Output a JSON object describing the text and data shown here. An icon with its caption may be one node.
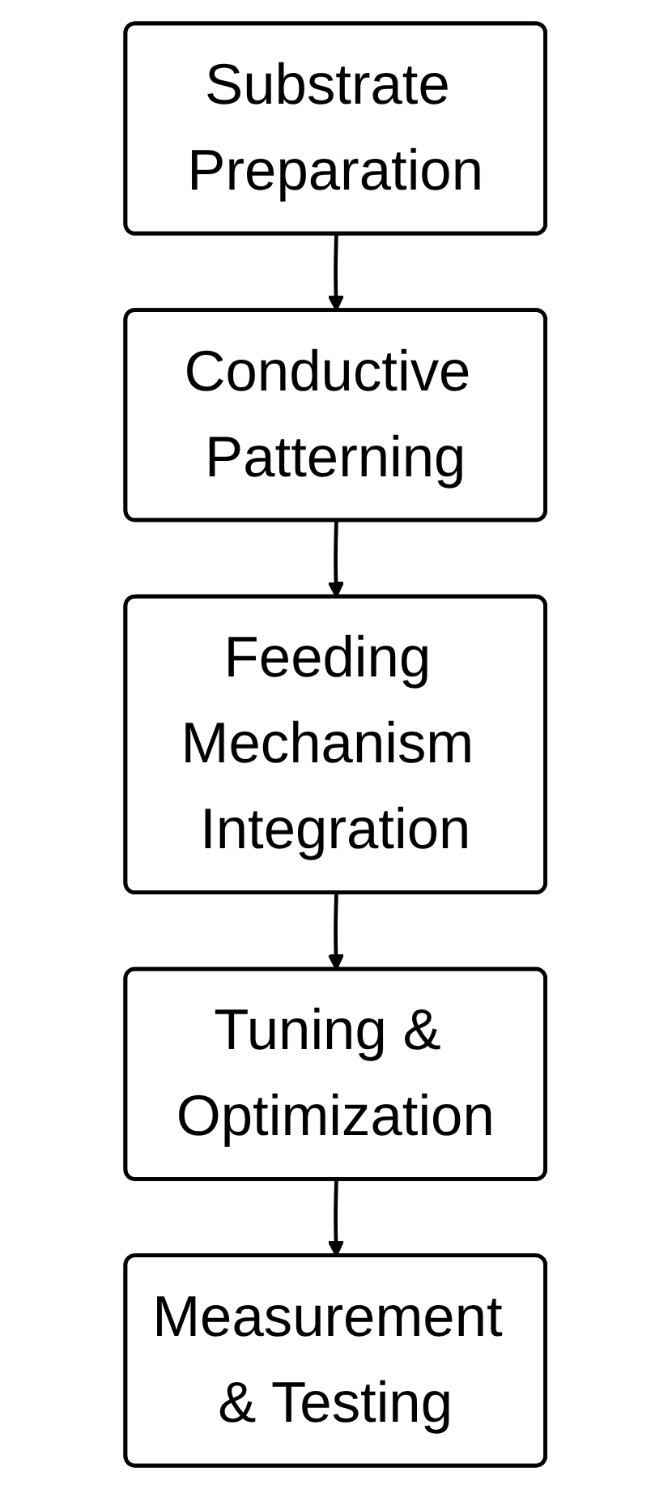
{
  "diagram": {
    "nodes": [
      {
        "text": [
          "Substrate Preparation"
        ]
      },
      {
        "text": [
          "Conductive Patterning"
        ]
      },
      {
        "text": [
          "Feeding Mechanism Integration"
        ]
      },
      {
        "text": [
          "Tuning & Optimization"
        ]
      },
      {
        "text": [
          "Measurement & Testing"
        ]
      }
    ],
    "edges": [
      {
        "from": 0,
        "to": 1,
        "arrow": "to"
      },
      {
        "from": 1,
        "to": 2,
        "arrow": "to"
      },
      {
        "from": 2,
        "to": 3,
        "arrow": "to"
      },
      {
        "from": 3,
        "to": 4,
        "arrow": "to"
      }
    ]
  }
}
